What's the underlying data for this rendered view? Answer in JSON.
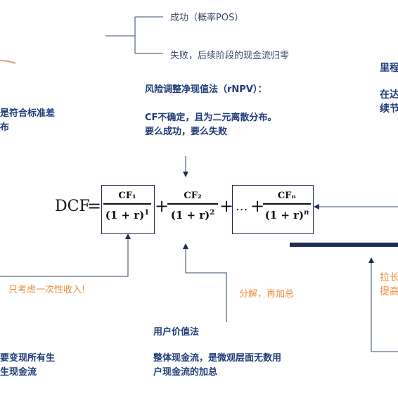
{
  "top": {
    "branch_success": "成功（概率POS）",
    "branch_fail": "失败，后续阶段的现金流归零"
  },
  "left": {
    "fragment_1": "是符合标准差",
    "fragment_2": "布",
    "note_once": "只考虑一次性收入!",
    "fragment_3": "要变现所有生",
    "fragment_4": "生现金流"
  },
  "rnpv": {
    "title": "风险调整净现值法（rNPV）：",
    "line1": "CF不确定，且为二元离散分布。",
    "line2": "要么成功，要么失败"
  },
  "formula": {
    "lhs": "DCF",
    "equals": "=",
    "plus1": "+",
    "plus2": "+",
    "ellipsis": "...",
    "plus3": "+",
    "term1_num": "CF₁",
    "term1_den": "(1 + r)",
    "term1_exp": "1",
    "term2_num": "CF₂",
    "term2_den": "(1 + r)",
    "term2_exp": "2",
    "termn_num": "CFₙ",
    "termn_den": "(1 + r)",
    "termn_exp": "n"
  },
  "bottom": {
    "decompose": "分解，再加总",
    "user_title": "用户价值法",
    "user_line1": "整体现金流，是微观层面无数用",
    "user_line2": "户现金流的加总"
  },
  "right": {
    "fragment_1": "里程",
    "fragment_2": "在达",
    "fragment_3": "续节",
    "fragment_4": "拉长",
    "fragment_5": "提高"
  },
  "colors": {
    "navy": "#1f3b78",
    "orange": "#ef8b3c",
    "line_gray": "#5a6f8a"
  }
}
